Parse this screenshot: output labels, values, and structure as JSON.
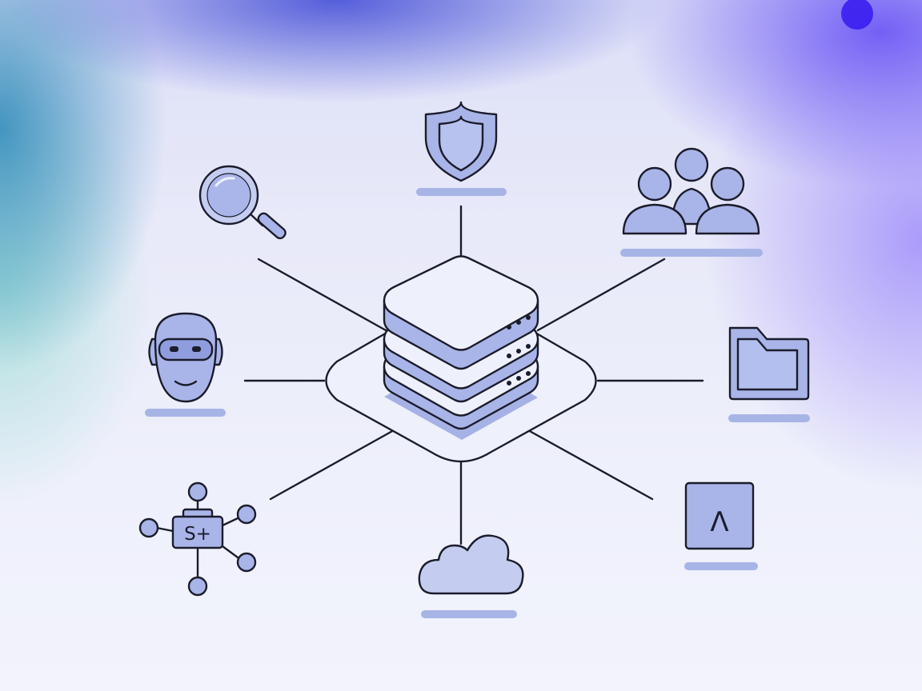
{
  "diagram": {
    "type": "hub-and-spoke",
    "hub": "server-stack-icon",
    "nodes": [
      "shield-icon",
      "users-group-icon",
      "folder-icon",
      "terminal-icon",
      "cloud-icon",
      "network-hub-icon",
      "robot-face-icon",
      "magnifier-icon"
    ],
    "node_text": {
      "network_hub": "S+",
      "terminal": "Λ"
    }
  },
  "colors": {
    "stroke": "#1b1c2c",
    "icon_fill": "#a9b5e8",
    "label_placeholder": "#a7b4e6",
    "surface": "#eef0fc"
  }
}
